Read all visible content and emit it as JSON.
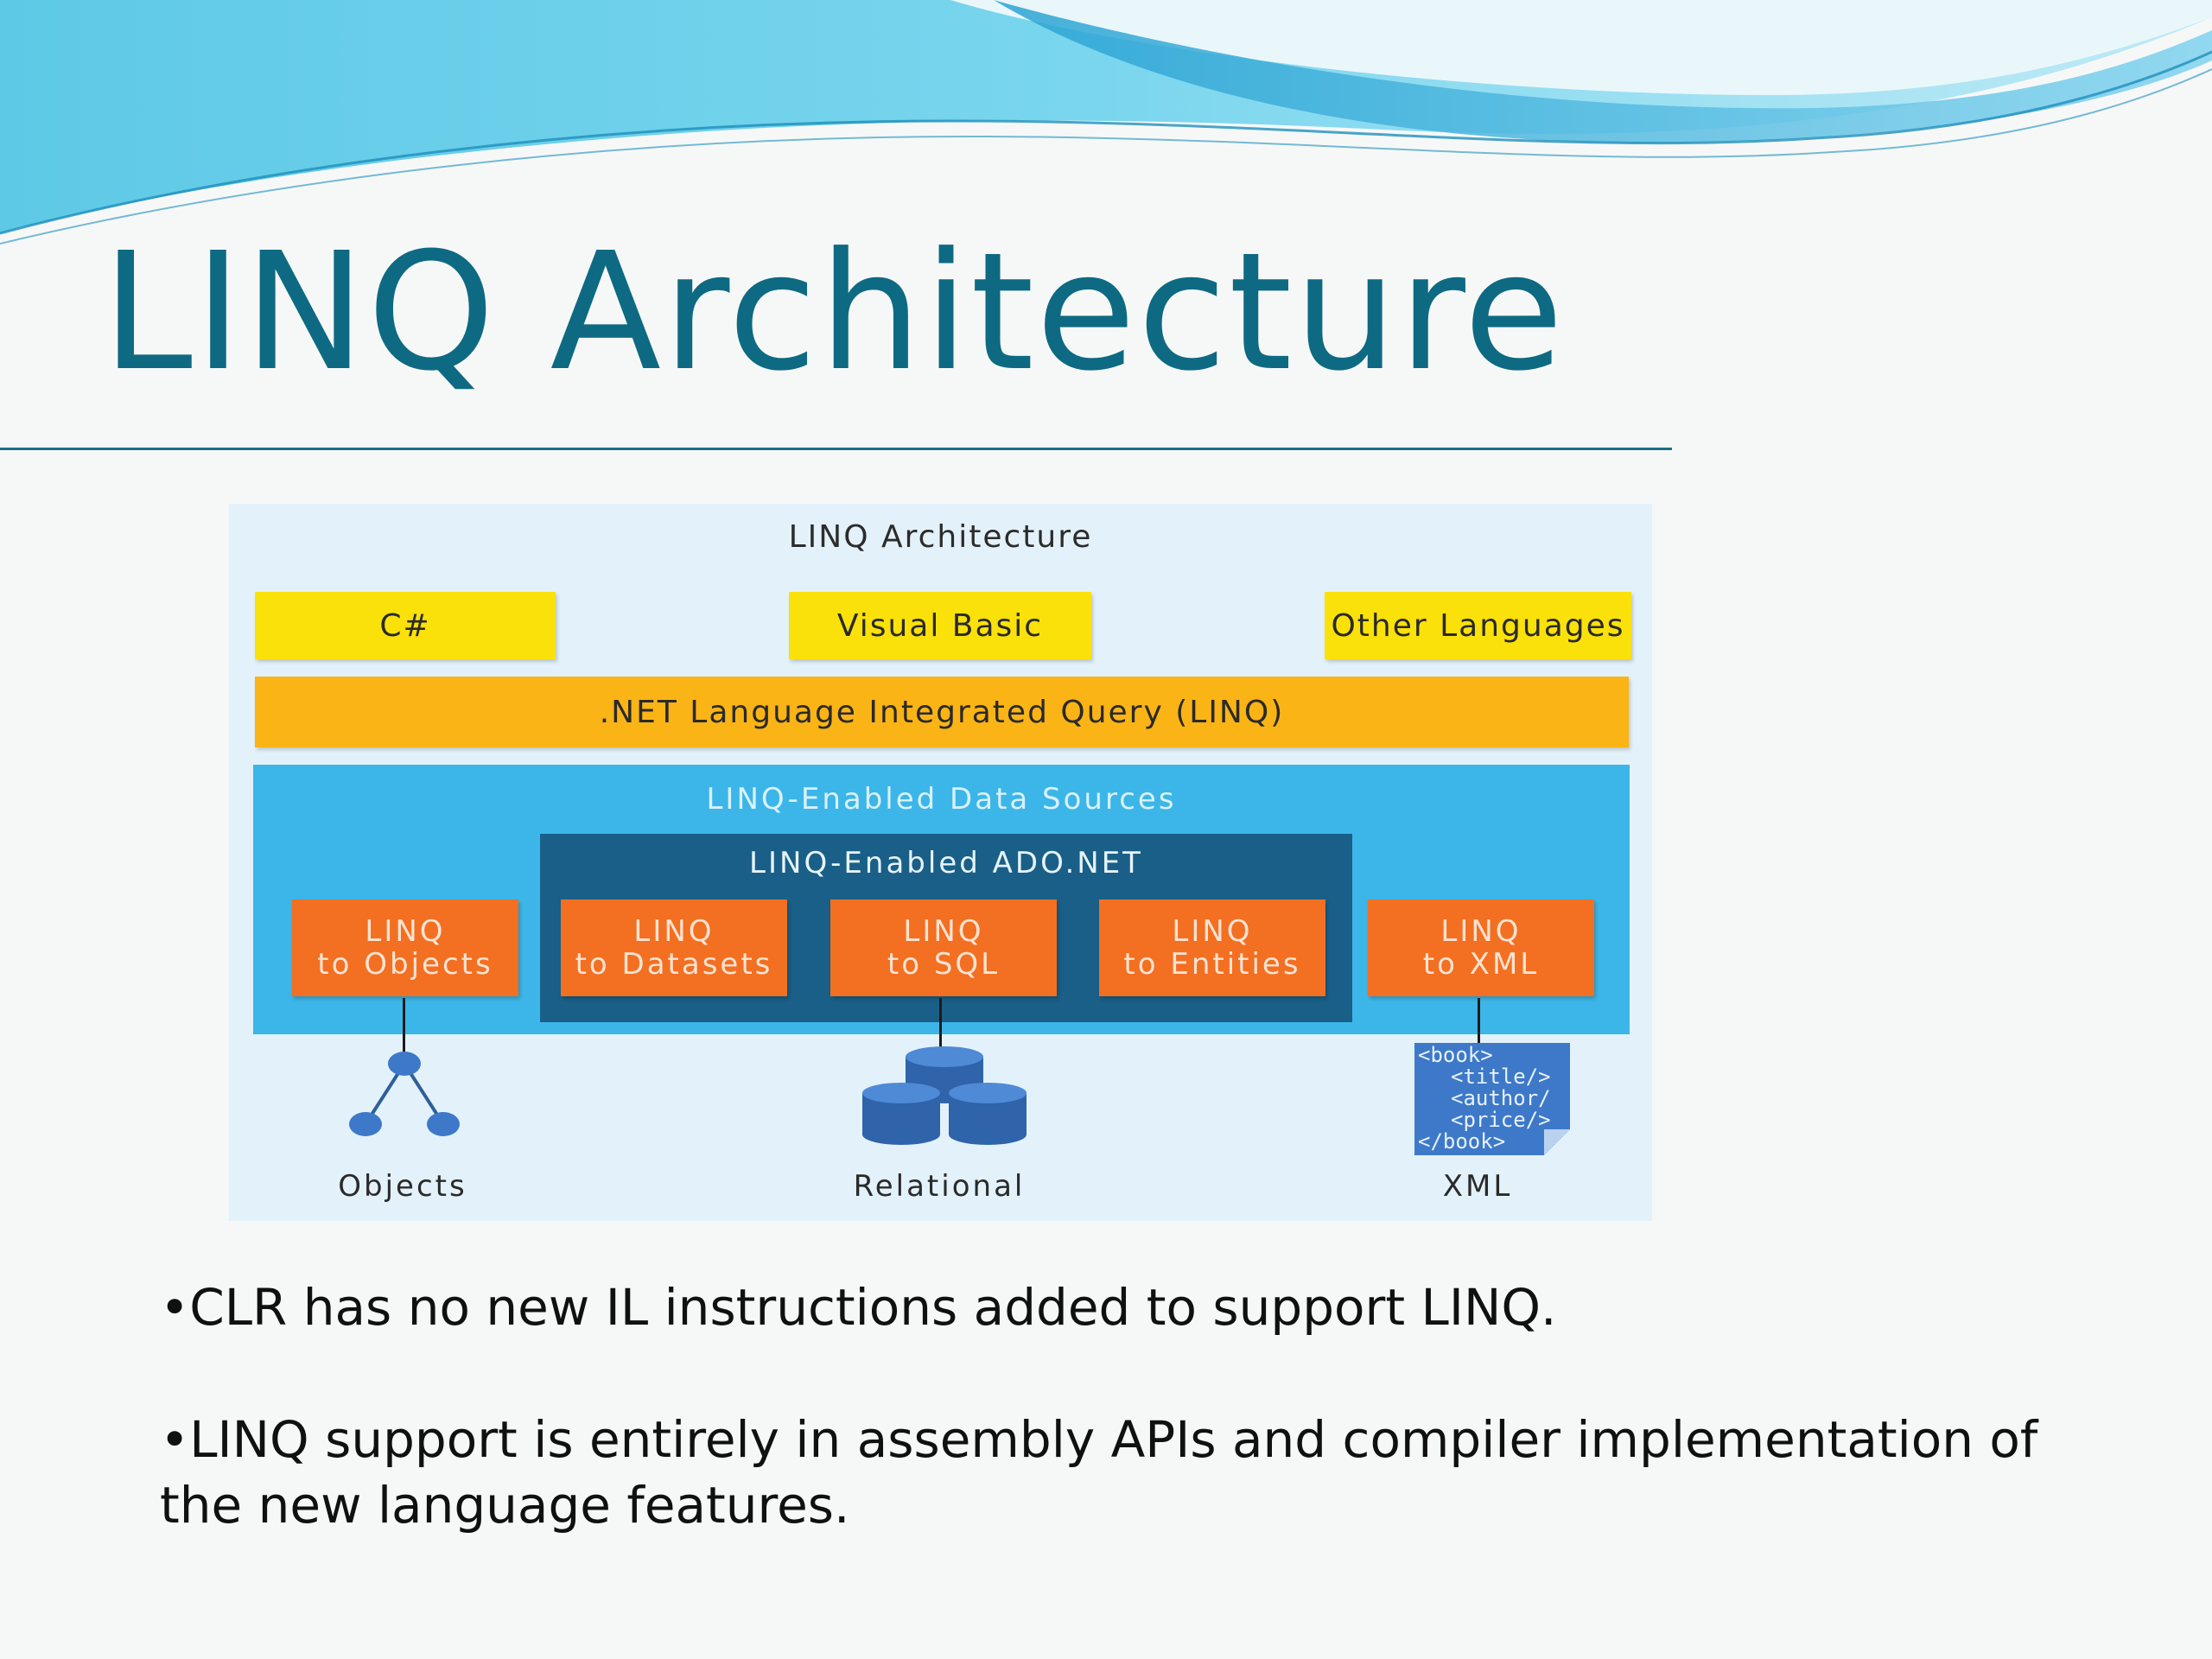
{
  "slide": {
    "title": "LINQ Architecture",
    "bullets": [
      "•CLR has no new IL instructions added to support LINQ.",
      "•LINQ support is entirely in assembly APIs and compiler implementation of the new language features."
    ]
  },
  "diagram": {
    "title": "LINQ Architecture",
    "languages": [
      "C#",
      "Visual Basic",
      "Other Languages"
    ],
    "linq_layer": ".NET Language Integrated Query (LINQ)",
    "data_sources_label": "LINQ-Enabled Data Sources",
    "ado_label": "LINQ-Enabled ADO.NET",
    "providers": [
      {
        "line1": "LINQ",
        "line2": "to Objects"
      },
      {
        "line1": "LINQ",
        "line2": "to Datasets"
      },
      {
        "line1": "LINQ",
        "line2": "to SQL"
      },
      {
        "line1": "LINQ",
        "line2": "to Entities"
      },
      {
        "line1": "LINQ",
        "line2": "to XML"
      }
    ],
    "targets": [
      "Objects",
      "Relational",
      "XML"
    ],
    "xml_snippet": [
      "<book>",
      "<title/>",
      "<author/",
      "<price/>",
      "</book>"
    ],
    "icons": [
      "object-graph-icon",
      "database-icon",
      "xml-document-icon"
    ]
  },
  "colors": {
    "title": "#0d6a82",
    "language_box": "#fbe10a",
    "linq_layer": "#fbb415",
    "data_sources": "#3cb6e8",
    "ado_net": "#1a5f87",
    "provider": "#f36f21",
    "icon_blue": "#3d79c8"
  }
}
